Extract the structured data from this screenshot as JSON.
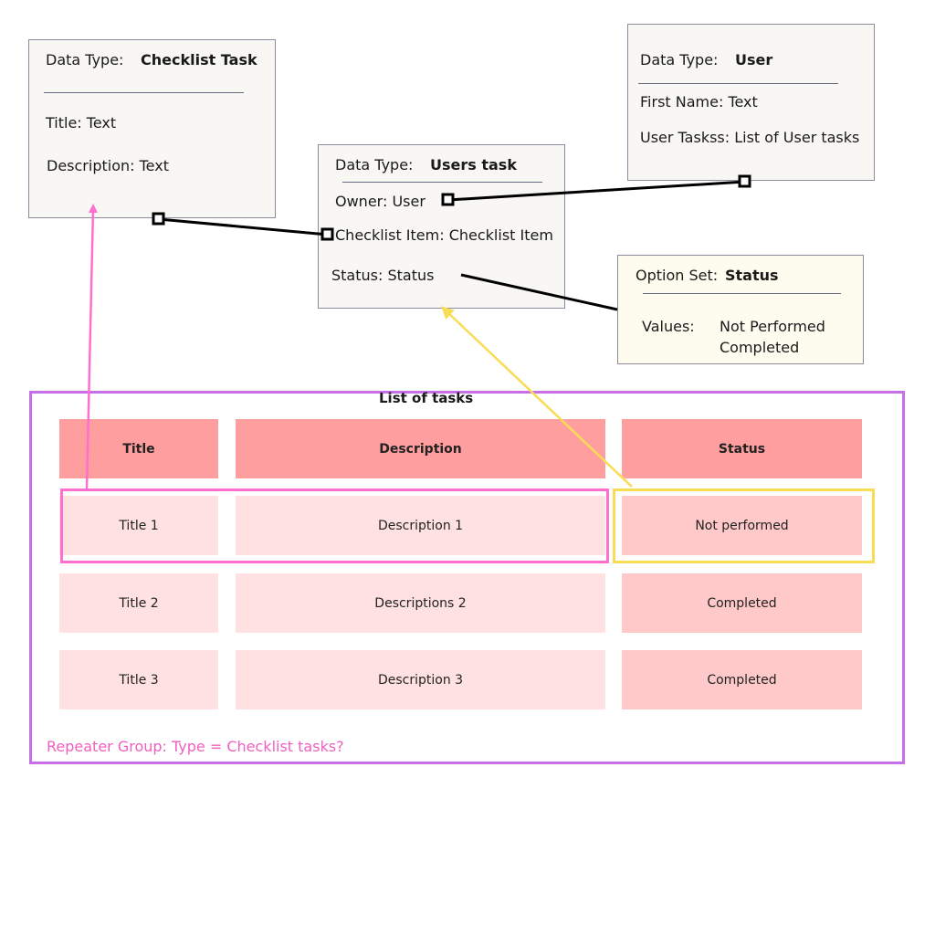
{
  "checklist_task": {
    "data_type_label": "Data Type:",
    "data_type_value": "Checklist Task",
    "field_title": "Title: Text",
    "field_description": "Description: Text"
  },
  "user": {
    "data_type_label": "Data Type:",
    "data_type_value": "User",
    "field_first_name": "First Name: Text",
    "field_user_tasks": "User Taskss: List of User tasks"
  },
  "users_task": {
    "data_type_label": "Data Type:",
    "data_type_value": "Users task",
    "field_owner": "Owner:  User",
    "field_checklist_item": "Checklist Item:  Checklist Item",
    "field_status": "Status:  Status"
  },
  "status_option_set": {
    "label": "Option Set:",
    "value": "Status",
    "values_label": "Values:",
    "values": [
      "Not Performed",
      "Completed"
    ]
  },
  "repeater": {
    "title": "List of tasks",
    "columns": [
      "Title",
      "Description",
      "Status"
    ],
    "rows": [
      {
        "title": "Title 1",
        "description": "Description 1",
        "status": "Not performed"
      },
      {
        "title": "Title 2",
        "description": "Descriptions 2",
        "status": "Completed"
      },
      {
        "title": "Title 3",
        "description": "Description 3",
        "status": "Completed"
      }
    ],
    "caption": "Repeater Group: Type = Checklist tasks?"
  },
  "colors": {
    "header_fill": "#ff9e9e",
    "row_fill": "#ffe1e1",
    "status_fill": "#ffc9c9",
    "repeater_border": "#c86ee6",
    "title_highlight": "#ff6fcf",
    "status_highlight": "#f9dc55",
    "caption_text": "#f060c0"
  }
}
